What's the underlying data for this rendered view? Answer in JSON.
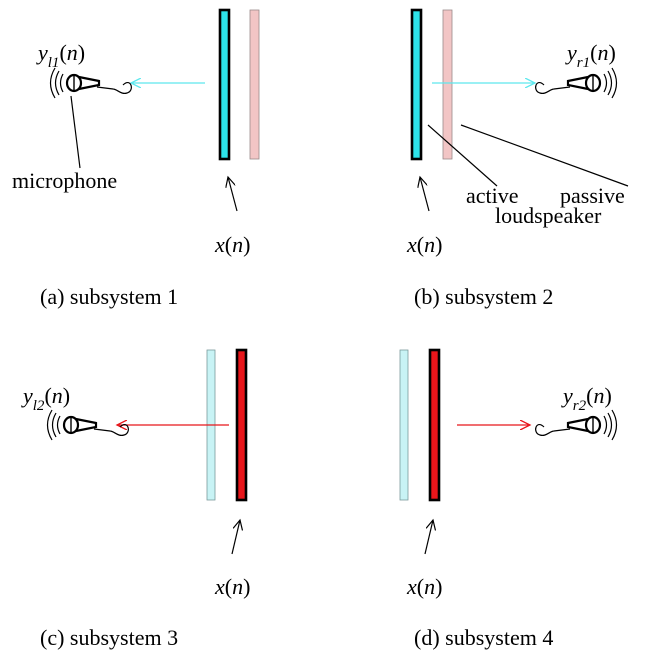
{
  "colors": {
    "active_cyan": "#2de3ea",
    "passive_pink": "#f2c5c5",
    "active_red": "#e8161b",
    "passive_cyan": "#c8f3f5",
    "arrow_cyan": "#5ee8ee",
    "arrow_red": "#e8161b",
    "outline": "#000000"
  },
  "input_label": {
    "var": "x",
    "paren_open": "(",
    "arg": "n",
    "paren_close": ")"
  },
  "annotations": {
    "microphone": "microphone",
    "active": "active",
    "passive": "passive",
    "loudspeaker": "loudspeaker"
  },
  "subsystems": [
    {
      "id": 1,
      "caption": "(a) subsystem 1",
      "output": {
        "var": "y",
        "sub": "l1",
        "arg": "n"
      },
      "active_color": "cyan"
    },
    {
      "id": 2,
      "caption": "(b) subsystem 2",
      "output": {
        "var": "y",
        "sub": "r1",
        "arg": "n"
      },
      "active_color": "cyan"
    },
    {
      "id": 3,
      "caption": "(c) subsystem 3",
      "output": {
        "var": "y",
        "sub": "l2",
        "arg": "n"
      },
      "active_color": "red"
    },
    {
      "id": 4,
      "caption": "(d) subsystem 4",
      "output": {
        "var": "y",
        "sub": "r2",
        "arg": "n"
      },
      "active_color": "red"
    }
  ]
}
